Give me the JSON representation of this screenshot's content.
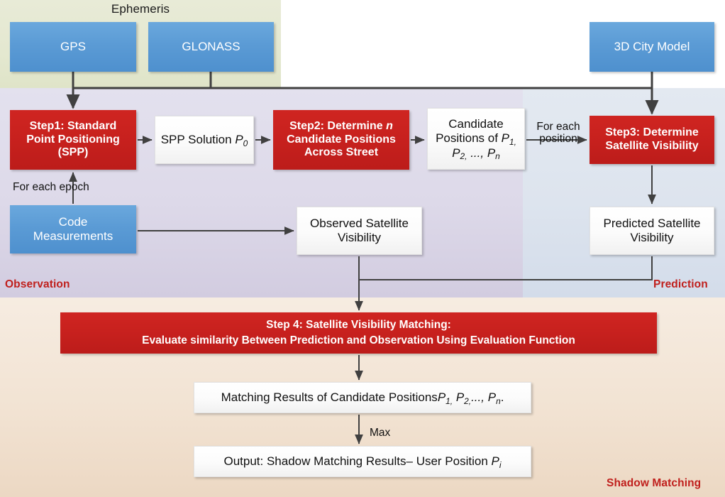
{
  "title": "GNSS Shadow Matching Process Flowchart",
  "colors": {
    "blue": "#5B9BD5",
    "red": "#C8211E",
    "white_box": "#FFFFFF",
    "band_ephemeris": "#E4E8D0",
    "band_observation": "#DDD9E9",
    "band_prediction": "#DDE4EE",
    "band_shadow": "#F2E3D3",
    "caption_red": "#C0201D",
    "connector": "#404040"
  },
  "bands": {
    "ephemeris": {
      "caption": "Ephemeris"
    },
    "observation": {
      "caption": "Observation"
    },
    "prediction": {
      "caption": "Prediction"
    },
    "shadow_matching": {
      "caption": "Shadow Matching"
    }
  },
  "boxes": {
    "gps": {
      "label": "GPS",
      "kind": "blue"
    },
    "glonass": {
      "label": "GLONASS",
      "kind": "blue"
    },
    "city_model": {
      "label": "3D City Model",
      "kind": "blue"
    },
    "step1": {
      "label": "Step1: Standard Point Positioning (SPP)",
      "kind": "red",
      "lines": [
        "Step1: Standard",
        "Point Positioning",
        "(SPP)"
      ]
    },
    "spp_solution": {
      "label": "SPP Solution P0",
      "kind": "white",
      "prefix": "SPP Solution ",
      "var": "P",
      "sub": "0"
    },
    "step2": {
      "label": "Step2: Determine n Candidate Positions Across Street",
      "kind": "red",
      "lines": [
        "Step2: Determine n",
        "Candidate Positions",
        "Across Street"
      ]
    },
    "candidate_positions": {
      "label": "Candidate Positions of P1, P2, ..., Pn",
      "kind": "white",
      "line1": "Candidate",
      "line2_prefix": "Positions of ",
      "line2_var": "P",
      "line2_sub": "1,",
      "line3": "P2, ..., Pn"
    },
    "step3": {
      "label": "Step3: Determine Satellite Visibility",
      "kind": "red",
      "lines": [
        "Step3: Determine",
        "Satellite Visibility"
      ]
    },
    "code_measurements": {
      "label": "Code Measurements",
      "kind": "blue",
      "lines": [
        "Code",
        "Measurements"
      ]
    },
    "observed_visibility": {
      "label": "Observed Satellite Visibility",
      "kind": "white",
      "lines": [
        "Observed Satellite",
        "Visibility"
      ]
    },
    "predicted_visibility": {
      "label": "Predicted Satellite Visibility",
      "kind": "white",
      "lines": [
        "Predicted Satellite",
        "Visibility"
      ]
    },
    "step4": {
      "kind": "red",
      "line1": "Step 4: Satellite Visibility Matching:",
      "line2": "Evaluate similarity Between Prediction and Observation Using Evaluation Function"
    },
    "matching_results": {
      "kind": "white",
      "prefix": "Matching Results of Candidate Positions",
      "vars": "P1, P2,..., Pn."
    },
    "output": {
      "kind": "white",
      "prefix": "Output: Shadow Matching Results– User Position ",
      "var": "P",
      "sub": "i"
    }
  },
  "edge_labels": {
    "for_each_epoch": "For each epoch",
    "for_each_position_l1": "For each",
    "for_each_position_l2": "position",
    "max": "Max"
  }
}
